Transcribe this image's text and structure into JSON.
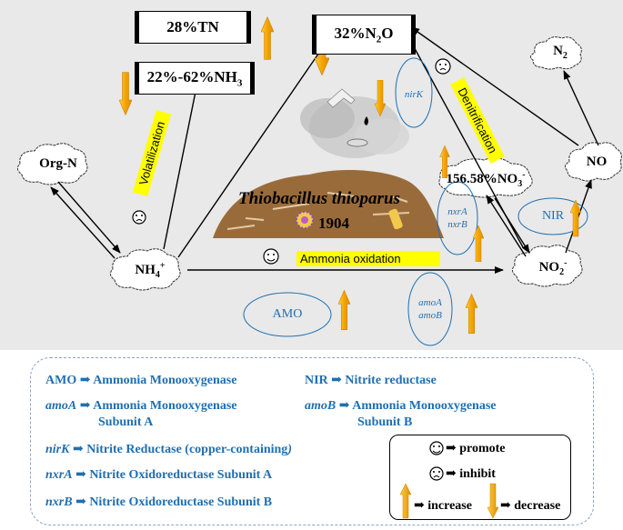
{
  "nodes": {
    "org_n": "Org-N",
    "nh4_base": "NH",
    "nh4_sub": "4",
    "nh4_sup": "+",
    "no2_base": "NO",
    "no2_sub": "2",
    "no2_sup": "-",
    "no": "NO",
    "n2_base": "N",
    "n2_sub": "2"
  },
  "boxes": {
    "tn": "28%TN",
    "nh3_main": "22%-62%NH",
    "nh3_sub": "3",
    "n2o_main": "32%N",
    "n2o_sub": "2",
    "n2o_tail": "O",
    "no3_main": "156.58%NO",
    "no3_sub": "3",
    "no3_sup": "-"
  },
  "processes": {
    "volatilization": "Volatilization",
    "denitrification": "Denitrification",
    "ammonia_oxidation": "Ammonia oxidation"
  },
  "genes": {
    "nirk": "nirK",
    "nxra": "nxrA",
    "nxrb": "nxrB",
    "amoa": "amoA",
    "amob": "amoB",
    "amo": "AMO",
    "nir": "NIR"
  },
  "center": {
    "species": "Thiobacillus thioparus",
    "strain": "1904"
  },
  "legend": {
    "amo_key": "AMO",
    "amo_val": "Ammonia Monooxygenase",
    "amoa_key": "amoA",
    "amoa_val1": "Ammonia Monooxygenase",
    "amoa_val2": "Subunit A",
    "nirk_key": "nirK",
    "nirk_val": "Nitrite Reductase (copper-containing",
    "nirk_close": ")",
    "nxra_key": "nxrA",
    "nxra_val": "Nitrite Oxidoreductase Subunit A",
    "nxrb_key": "nxrB",
    "nxrb_val": "Nitrite Oxidoreductase Subunit B",
    "nir_key": "NIR",
    "nir_val": "Nitrite reductase",
    "amob_key": "amoB",
    "amob_val1": "Ammonia Monooxygenase",
    "amob_val2": "Subunit B",
    "promote": "promote",
    "inhibit": "inhibit",
    "increase": "increase",
    "decrease": "decrease"
  },
  "colors": {
    "background": "#e9e9e9",
    "gene_blue": "#1f6fb2",
    "arrow_orange": "#f5a300",
    "highlight_yellow": "#ffff00",
    "soil_brown": "#9a6b3a"
  }
}
